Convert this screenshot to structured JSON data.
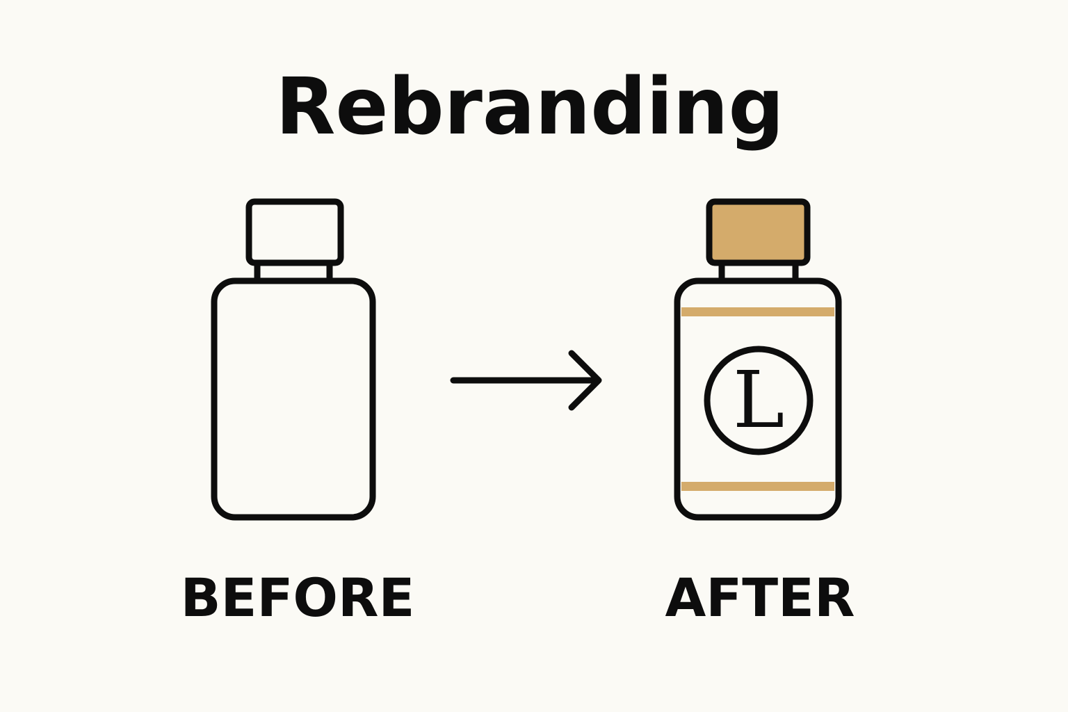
{
  "title": "Rebranding",
  "before": {
    "label": "BEFORE"
  },
  "after": {
    "label": "AFTER",
    "logo_letter": "L"
  },
  "colors": {
    "background": "#fbfaf5",
    "ink": "#0d0d0d",
    "accent_gold": "#d4ab6b"
  },
  "icons": [
    "bottle-plain-icon",
    "arrow-right-icon",
    "bottle-branded-icon",
    "logo-circle-icon"
  ]
}
